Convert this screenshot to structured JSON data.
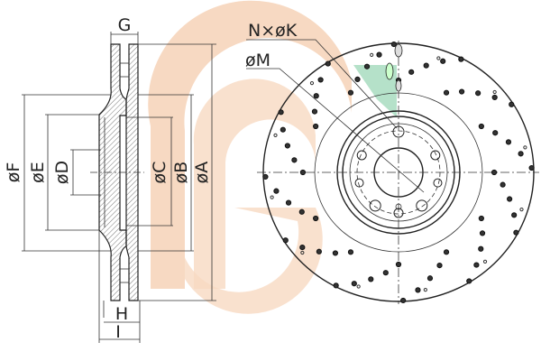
{
  "diagram": {
    "title": "Brake disc dimension drawing",
    "side_view_labels": {
      "g": "G",
      "h": "H",
      "i": "I",
      "f": "øF",
      "e": "øE",
      "d": "øD",
      "c": "øC",
      "b": "øB",
      "a": "øA"
    },
    "front_view_labels": {
      "holes": "N×øK",
      "bolt_circle": "øM"
    },
    "colors": {
      "line": "#222222",
      "watermark_orange": "#f6d3b8",
      "watermark_green": "#a9dcc0"
    }
  }
}
